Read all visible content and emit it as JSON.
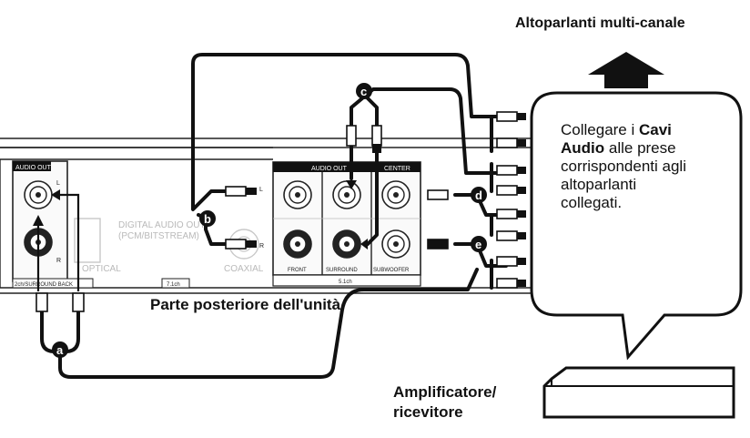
{
  "header": {
    "speakers_title": "Altoparlanti multi-canale"
  },
  "unit": {
    "caption": "Parte posteriore dell'unità",
    "audio_out_left": "AUDIO OUT",
    "audio_out_right": "AUDIO OUT",
    "center": "CENTER",
    "front": "FRONT",
    "surround": "SURROUND",
    "subwoofer": "SUBWOOFER",
    "ch51": "5.1ch",
    "ch71": "7.1ch",
    "ch2_surround_back": "2ch/SURROUND BACK",
    "digital_audio_line1": "DIGITAL AUDIO OUT",
    "digital_audio_line2": "(PCM/BITSTREAM)",
    "optical": "OPTICAL",
    "coaxial": "COAXIAL",
    "L": "L",
    "R": "R"
  },
  "badges": {
    "a": "a",
    "b": "b",
    "c": "c",
    "d": "d",
    "e": "e"
  },
  "bubble": {
    "line1_pre": "Collegare i ",
    "line1_bold": "Cavi",
    "line2_bold": "Audio",
    "line2_post": " alle prese",
    "line3": "corrispondenti agli",
    "line4": "altoparlanti",
    "line5": "collegati."
  },
  "amplifier": {
    "line1": "Amplificatore/",
    "line2": "ricevitore"
  },
  "icons": {
    "up_arrow": "up-arrow-icon"
  },
  "colors": {
    "ink": "#111111",
    "badge": "#111111"
  }
}
